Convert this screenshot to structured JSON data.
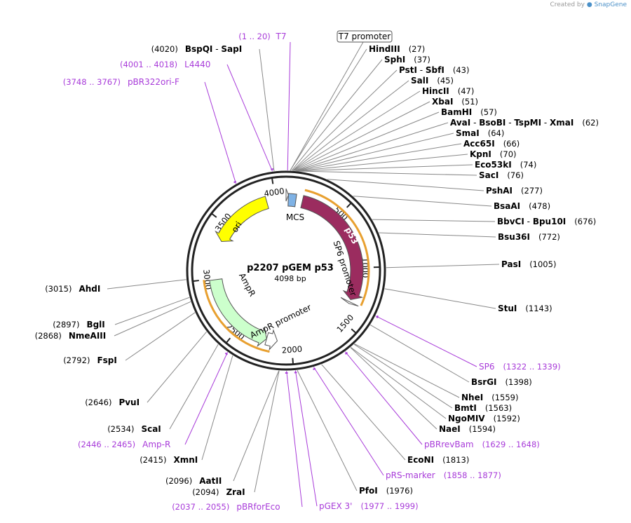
{
  "credit": {
    "prefix": "Created by",
    "brand": "SnapGene"
  },
  "plasmid": {
    "name": "p2207 pGEM p53",
    "length_text": "4098 bp",
    "length": 4098
  },
  "ticks": [
    {
      "pos": 500,
      "label": "500"
    },
    {
      "pos": 1000,
      "label": "1000"
    },
    {
      "pos": 1500,
      "label": "1500"
    },
    {
      "pos": 2000,
      "label": "2000"
    },
    {
      "pos": 2500,
      "label": "2500"
    },
    {
      "pos": 3000,
      "label": "3000"
    },
    {
      "pos": 3500,
      "label": "3500"
    },
    {
      "pos": 4000,
      "label": "4000"
    }
  ],
  "features": [
    {
      "name": "p53",
      "color": "#9b2c5f",
      "dir": 1,
      "start": 150,
      "end": 1300
    },
    {
      "name": "ori",
      "color": "#ffff00",
      "dir": -1,
      "start": 3350,
      "end": 3920
    },
    {
      "name": "AmpR",
      "color": "#ccffcc",
      "dir": -1,
      "start": 2230,
      "end": 2990
    },
    {
      "name": "MCS",
      "color": "#7fb2e5",
      "dir": 0,
      "start": 20,
      "end": 90
    },
    {
      "name": "SP6 promoter",
      "color": "#ffffff",
      "dir": 1,
      "start": 1322,
      "end": 1339
    },
    {
      "name": "AmpR promoter",
      "color": "#ffffff",
      "dir": -1,
      "start": 2130,
      "end": 2230
    },
    {
      "name": "T7 promoter",
      "color": "#ffffff",
      "dir": 1,
      "start": 0,
      "end": 20
    }
  ],
  "inner_labels": [
    {
      "text": "MCS"
    },
    {
      "text": "p53"
    },
    {
      "text": "SP6 promoter"
    },
    {
      "text": "ori"
    },
    {
      "text": "AmpR"
    },
    {
      "text": "AmpR promoter"
    }
  ],
  "right_labels": [
    {
      "parts": [
        {
          "t": "HindIII",
          "e": true
        }
      ],
      "pos": "(27)",
      "site": 27
    },
    {
      "parts": [
        {
          "t": "SphI",
          "e": true
        }
      ],
      "pos": "(37)",
      "site": 37
    },
    {
      "parts": [
        {
          "t": "PstI",
          "e": true
        },
        {
          "t": " - ",
          "e": false
        },
        {
          "t": "SbfI",
          "e": true
        }
      ],
      "pos": "(43)",
      "site": 43
    },
    {
      "parts": [
        {
          "t": "SalI",
          "e": true
        }
      ],
      "pos": "(45)",
      "site": 45
    },
    {
      "parts": [
        {
          "t": "HincII",
          "e": true
        }
      ],
      "pos": "(47)",
      "site": 47
    },
    {
      "parts": [
        {
          "t": "XbaI",
          "e": true
        }
      ],
      "pos": "(51)",
      "site": 51
    },
    {
      "parts": [
        {
          "t": "BamHI",
          "e": true
        }
      ],
      "pos": "(57)",
      "site": 57
    },
    {
      "parts": [
        {
          "t": "AvaI",
          "e": true
        },
        {
          "t": " - ",
          "e": false
        },
        {
          "t": "BsoBI",
          "e": true
        },
        {
          "t": " - ",
          "e": false
        },
        {
          "t": "TspMI",
          "e": true
        },
        {
          "t": " - ",
          "e": false
        },
        {
          "t": "XmaI",
          "e": true
        }
      ],
      "pos": "(62)",
      "site": 62
    },
    {
      "parts": [
        {
          "t": "SmaI",
          "e": true
        }
      ],
      "pos": "(64)",
      "site": 64
    },
    {
      "parts": [
        {
          "t": "Acc65I",
          "e": true
        }
      ],
      "pos": "(66)",
      "site": 66
    },
    {
      "parts": [
        {
          "t": "KpnI",
          "e": true
        }
      ],
      "pos": "(70)",
      "site": 70
    },
    {
      "parts": [
        {
          "t": "Eco53kI",
          "e": true
        }
      ],
      "pos": "(74)",
      "site": 74
    },
    {
      "parts": [
        {
          "t": "SacI",
          "e": true
        }
      ],
      "pos": "(76)",
      "site": 76
    },
    {
      "parts": [
        {
          "t": "PshAI",
          "e": true
        }
      ],
      "pos": "(277)",
      "site": 277
    },
    {
      "parts": [
        {
          "t": "BsaAI",
          "e": true
        }
      ],
      "pos": "(478)",
      "site": 478
    },
    {
      "parts": [
        {
          "t": "BbvCI",
          "e": true
        },
        {
          "t": " - ",
          "e": false
        },
        {
          "t": "Bpu10I",
          "e": true
        }
      ],
      "pos": "(676)",
      "site": 676
    },
    {
      "parts": [
        {
          "t": "Bsu36I",
          "e": true
        }
      ],
      "pos": "(772)",
      "site": 772
    },
    {
      "parts": [
        {
          "t": "PasI",
          "e": true
        }
      ],
      "pos": "(1005)",
      "site": 1005
    },
    {
      "parts": [
        {
          "t": "StuI",
          "e": true
        }
      ],
      "pos": "(1143)",
      "site": 1143
    },
    {
      "parts": [
        {
          "t": "SP6",
          "e": false
        }
      ],
      "pos": "(1322 .. 1339)",
      "site": 1330,
      "primer": true
    },
    {
      "parts": [
        {
          "t": "BsrGI",
          "e": true
        }
      ],
      "pos": "(1398)",
      "site": 1398
    },
    {
      "parts": [
        {
          "t": "NheI",
          "e": true
        }
      ],
      "pos": "(1559)",
      "site": 1559
    },
    {
      "parts": [
        {
          "t": "BmtI",
          "e": true
        }
      ],
      "pos": "(1563)",
      "site": 1563
    },
    {
      "parts": [
        {
          "t": "NgoMIV",
          "e": true
        }
      ],
      "pos": "(1592)",
      "site": 1592
    },
    {
      "parts": [
        {
          "t": "NaeI",
          "e": true
        }
      ],
      "pos": "(1594)",
      "site": 1594
    },
    {
      "parts": [
        {
          "t": "pBRrevBam",
          "e": false
        }
      ],
      "pos": "(1629 .. 1648)",
      "site": 1638,
      "primer": true
    },
    {
      "parts": [
        {
          "t": "EcoNI",
          "e": true
        }
      ],
      "pos": "(1813)",
      "site": 1813
    },
    {
      "parts": [
        {
          "t": "pRS-marker",
          "e": false
        }
      ],
      "pos": "(1858 .. 1877)",
      "site": 1867,
      "primer": true
    },
    {
      "parts": [
        {
          "t": "PfoI",
          "e": true
        }
      ],
      "pos": "(1976)",
      "site": 1976
    },
    {
      "parts": [
        {
          "t": "pGEX 3'",
          "e": false
        }
      ],
      "pos": "(1977 .. 1999)",
      "site": 1988,
      "primer": true
    }
  ],
  "left_labels": [
    {
      "parts": [
        {
          "t": "BspQI",
          "e": true
        },
        {
          "t": " - ",
          "e": false
        },
        {
          "t": "SapI",
          "e": true
        }
      ],
      "pos": "(4020)",
      "site": 4020
    },
    {
      "parts": [
        {
          "t": "L4440",
          "e": false
        }
      ],
      "pos": "(4001 .. 4018)",
      "site": 4009,
      "primer": true
    },
    {
      "parts": [
        {
          "t": "pBR322ori-F",
          "e": false
        }
      ],
      "pos": "(3748 .. 3767)",
      "site": 3757,
      "primer": true
    },
    {
      "parts": [
        {
          "t": "AhdI",
          "e": true
        }
      ],
      "pos": "(3015)",
      "site": 3015
    },
    {
      "parts": [
        {
          "t": "BglI",
          "e": true
        }
      ],
      "pos": "(2897)",
      "site": 2897
    },
    {
      "parts": [
        {
          "t": "NmeAIII",
          "e": true
        }
      ],
      "pos": "(2868)",
      "site": 2868
    },
    {
      "parts": [
        {
          "t": "FspI",
          "e": true
        }
      ],
      "pos": "(2792)",
      "site": 2792
    },
    {
      "parts": [
        {
          "t": "PvuI",
          "e": true
        }
      ],
      "pos": "(2646)",
      "site": 2646
    },
    {
      "parts": [
        {
          "t": "ScaI",
          "e": true
        }
      ],
      "pos": "(2534)",
      "site": 2534
    },
    {
      "parts": [
        {
          "t": "Amp-R",
          "e": false
        }
      ],
      "pos": "(2446 .. 2465)",
      "site": 2455,
      "primer": true
    },
    {
      "parts": [
        {
          "t": "XmnI",
          "e": true
        }
      ],
      "pos": "(2415)",
      "site": 2415
    },
    {
      "parts": [
        {
          "t": "AatII",
          "e": true
        }
      ],
      "pos": "(2096)",
      "site": 2096
    },
    {
      "parts": [
        {
          "t": "ZraI",
          "e": true
        }
      ],
      "pos": "(2094)",
      "site": 2094
    },
    {
      "parts": [
        {
          "t": "pBRforEco",
          "e": false
        }
      ],
      "pos": "(2037 .. 2055)",
      "site": 2046,
      "primer": true
    }
  ],
  "top_labels": [
    {
      "name": "T7",
      "pos": "(1 .. 20)",
      "site": 10,
      "primer": true
    },
    {
      "name": "T7 promoter",
      "site": 10,
      "boxed": true
    }
  ]
}
